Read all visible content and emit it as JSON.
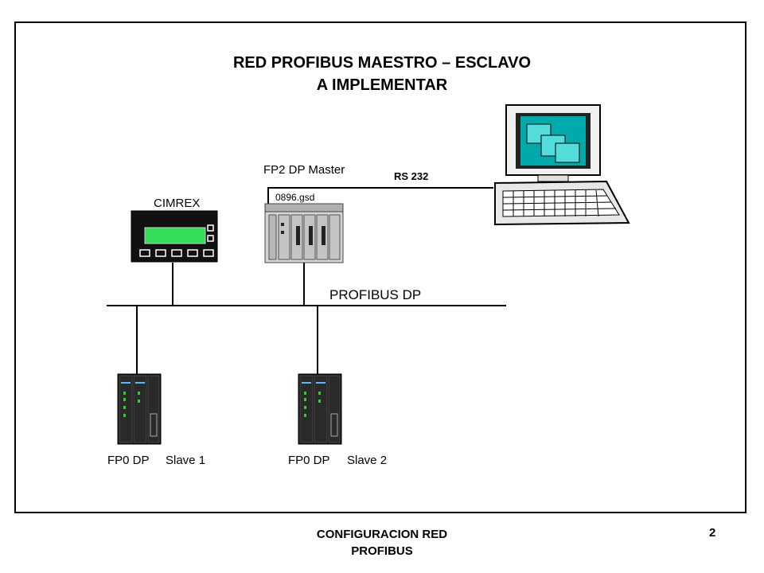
{
  "title": {
    "line1": "RED PROFIBUS MAESTRO – ESCLAVO",
    "line2": "A IMPLEMENTAR"
  },
  "labels": {
    "cimrex": "CIMREX",
    "master": "FP2 DP Master",
    "gsd": "0896.gsd",
    "rs232": "RS 232",
    "bus": "PROFIBUS DP",
    "slave1_model": "FP0 DP",
    "slave1_name": "Slave 1",
    "slave2_model": "FP0 DP",
    "slave2_name": "Slave 2"
  },
  "footer": {
    "line1": "CONFIGURACION RED",
    "line2": "PROFIBUS",
    "page": "2"
  },
  "colors": {
    "screen_green": "#33dd55",
    "monitor_screen": "#00aaaa",
    "window_cyan": "#55dddd",
    "module_gray": "#c8c8c8"
  }
}
